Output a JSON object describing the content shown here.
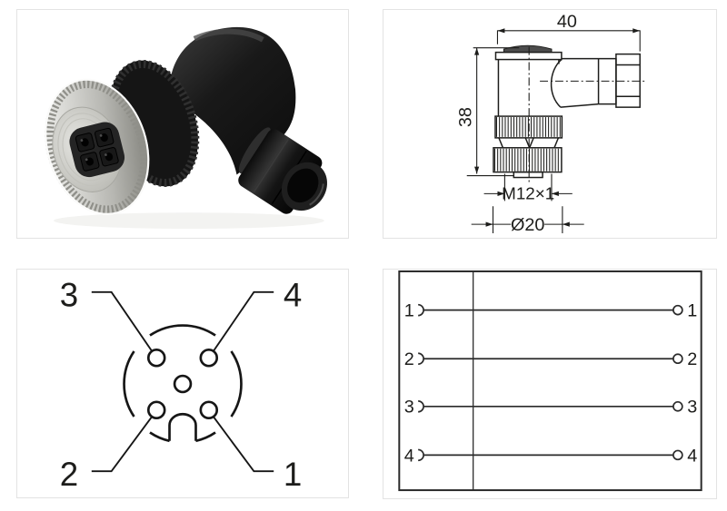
{
  "drawing": {
    "dim_length": "40",
    "dim_height": "38",
    "dim_thread": "M12×1",
    "dim_diameter": "Ø20"
  },
  "pinout": {
    "top_left": "3",
    "top_right": "4",
    "bottom_left": "2",
    "bottom_right": "1"
  },
  "wiring": {
    "rows": [
      {
        "left": "1",
        "right": "1"
      },
      {
        "left": "2",
        "right": "2"
      },
      {
        "left": "3",
        "right": "3"
      },
      {
        "left": "4",
        "right": "4"
      }
    ]
  },
  "colors": {
    "line": "#1d1d1b",
    "panel_border": "#e3e3e3",
    "wire": "#2a2a2a",
    "photo_silver": "#c9c9c5",
    "photo_black": "#161616"
  }
}
